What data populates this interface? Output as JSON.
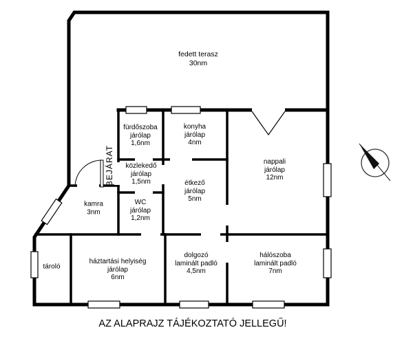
{
  "caption": "AZ ALAPRAJZ TÁJÉKOZTATÓ JELLEGŰ!",
  "entrance_label": "BEJÁRAT",
  "rooms": {
    "terasz": {
      "name": "fedett terasz",
      "area": "30nm"
    },
    "furdoszoba": {
      "name": "fürdőszoba",
      "floor": "járólap",
      "area": "1,6nm"
    },
    "konyha": {
      "name": "konyha",
      "floor": "járólap",
      "area": "4nm"
    },
    "kozlekedo": {
      "name": "közlekedő",
      "floor": "járólap",
      "area": "1,5nm"
    },
    "nappali": {
      "name": "nappali",
      "floor": "járólap",
      "area": "12nm"
    },
    "etkezo": {
      "name": "étkező",
      "floor": "járólap",
      "area": "5nm"
    },
    "wc": {
      "name": "WC",
      "floor": "járólap",
      "area": "1,2nm"
    },
    "kamra": {
      "name": "kamra",
      "area": "3nm"
    },
    "tarolo": {
      "name": "tároló"
    },
    "haztartasi": {
      "name": "háztartási helyiség",
      "floor": "járólap",
      "area": "6nm"
    },
    "dolgozo": {
      "name": "dolgozó",
      "floor": "laminált padló",
      "area": "4,5nm"
    },
    "haloszoba": {
      "name": "hálószoba",
      "floor": "laminált padló",
      "area": "7nm"
    }
  },
  "icons": {
    "compass": "compass-icon"
  },
  "colors": {
    "wall": "#000000",
    "background": "#ffffff"
  }
}
